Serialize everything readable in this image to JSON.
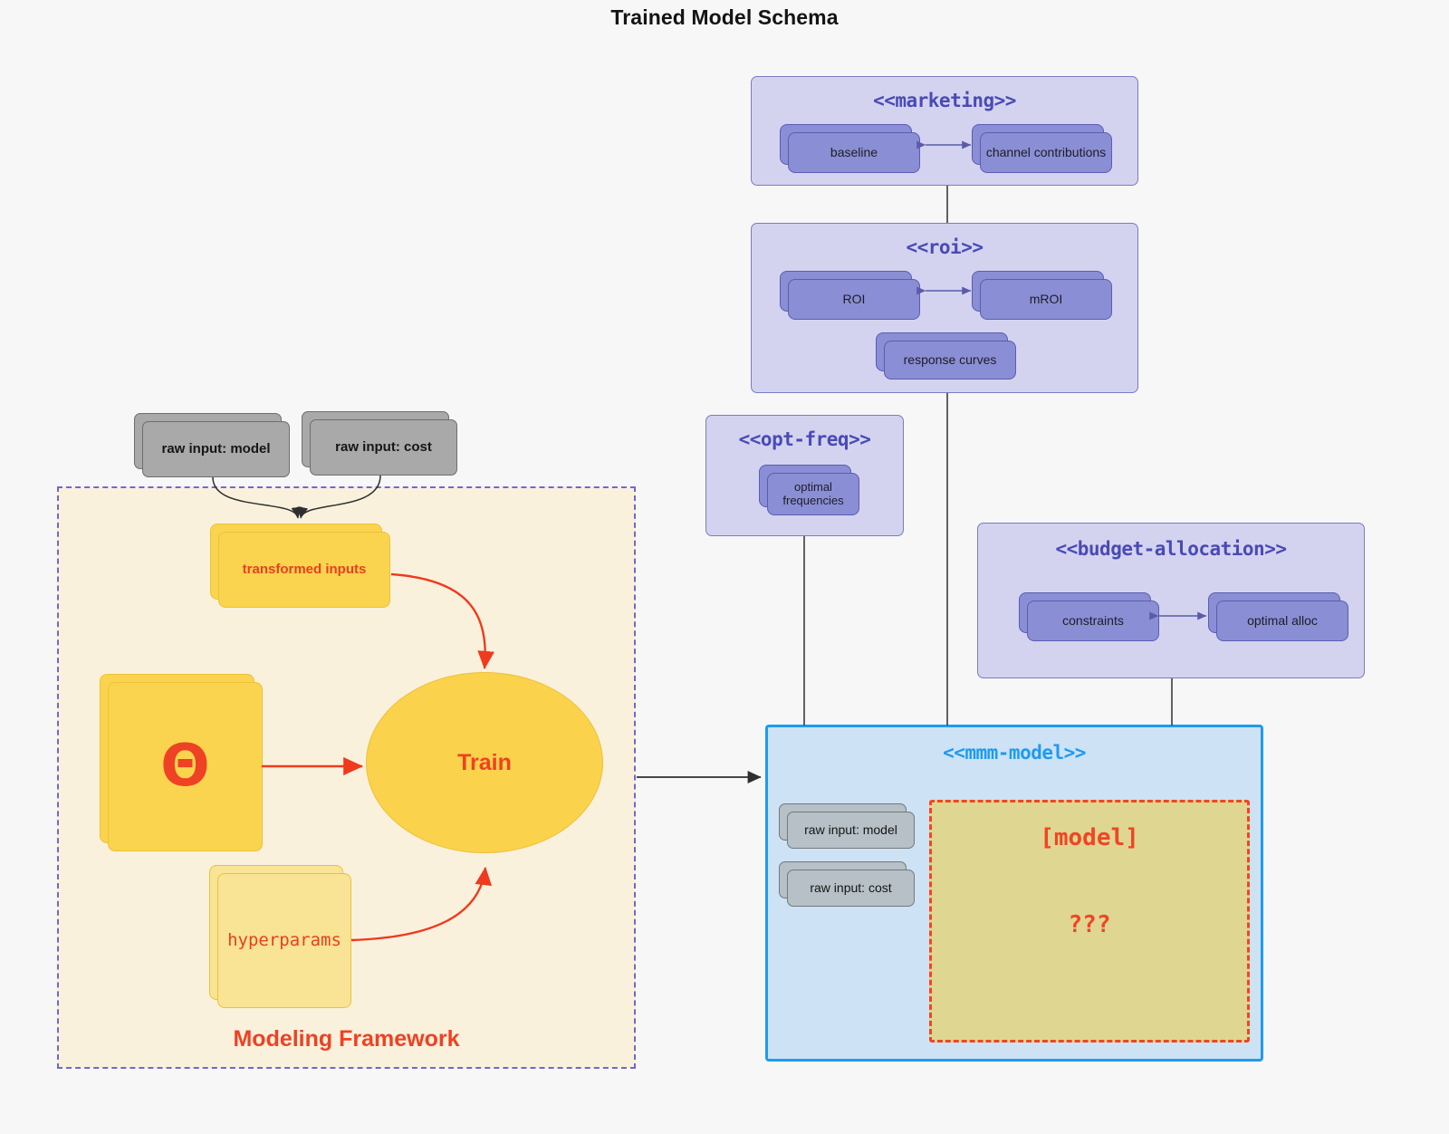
{
  "title": "Trained Model Schema",
  "colors": {
    "background": "#f7f7f7",
    "package_fill": "#d3d3ef",
    "package_border": "#7b7bc4",
    "package_title": "#4a4ab5",
    "inner_card_fill": "#8a8ed4",
    "inner_card_border": "#5c5cb3",
    "gray_card_fill": "#a9a9a9",
    "gray_soft_card_fill": "#b6c0c6",
    "yellow_card_fill": "#fad44e",
    "yellow_light_card_fill": "#f9e394",
    "accent_red": "#ef4123",
    "mmm_border_blue": "#1e9bf0",
    "mmm_fill_blue": "#cde2f5",
    "model_box_fill": "#dfd692",
    "framework_fill": "#faf1dd",
    "framework_border": "#6a6ad2",
    "edge_gray": "#3c3c3c"
  },
  "packages": [
    {
      "name": "marketing",
      "title": "<<marketing>>",
      "cards": [
        {
          "label": "baseline"
        },
        {
          "label": "channel contributions"
        }
      ]
    },
    {
      "name": "roi",
      "title": "<<roi>>",
      "cards": [
        {
          "label": "ROI"
        },
        {
          "label": "mROI"
        },
        {
          "label": "response curves"
        }
      ]
    },
    {
      "name": "opt-freq",
      "title": "<<opt-freq>>",
      "cards": [
        {
          "label": "optimal frequencies"
        }
      ]
    },
    {
      "name": "budget-allocation",
      "title": "<<budget-allocation>>",
      "cards": [
        {
          "label": "constraints"
        },
        {
          "label": "optimal alloc"
        }
      ]
    }
  ],
  "mmm_model": {
    "title": "<<mmm-model>>",
    "inputs": [
      {
        "label": "raw input: model"
      },
      {
        "label": "raw input: cost"
      }
    ],
    "model_box": {
      "name": "[model]",
      "unknown": "???"
    }
  },
  "modeling_framework": {
    "label": "Modeling Framework",
    "raw_inputs": [
      {
        "label": "raw input: model"
      },
      {
        "label": "raw input: cost"
      }
    ],
    "transformed_inputs": "transformed inputs",
    "theta": "Θ",
    "hyperparams": "hyperparams",
    "train": "Train"
  }
}
